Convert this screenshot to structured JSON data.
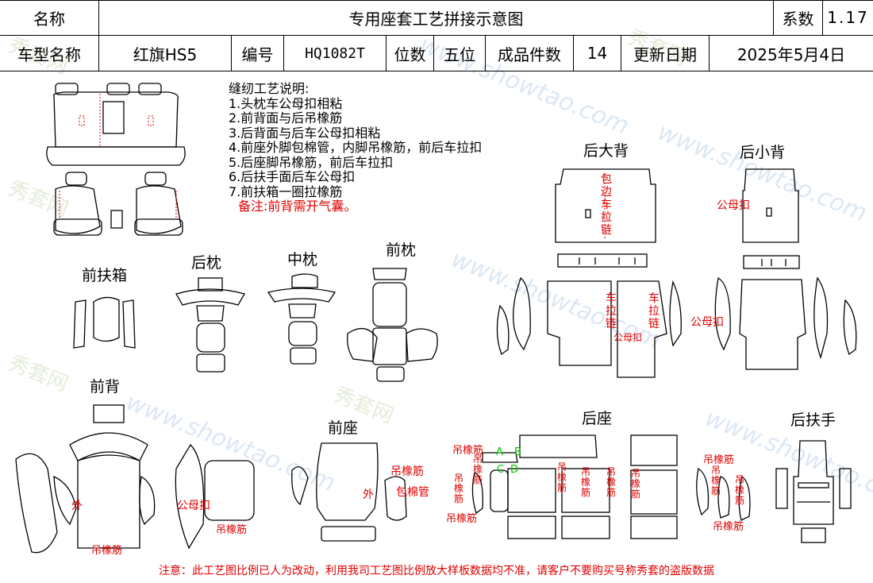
{
  "header": {
    "name_label": "名称",
    "title": "专用座套工艺拼接示意图",
    "coef_label": "系数",
    "coef_value": "1.17",
    "model_label": "车型名称",
    "model_value": "红旗HS5",
    "code_label": "编号",
    "code_value": "HQ1082T",
    "seats_label": "位数",
    "seats_value": "五位",
    "count_label": "成品件数",
    "count_value": "14",
    "date_label": "更新日期",
    "date_value": "2025年5月4日"
  },
  "notes": {
    "title": "缝纫工艺说明:",
    "items": [
      "1.头枕车公母扣相粘",
      "2.前背面与后吊橡筋",
      "3.后背面与后车公母扣相粘",
      "4.前座外脚包棉管，内脚吊橡筋，前后车拉扣",
      "5.后座脚吊橡筋，前后车拉扣",
      "6.后扶手面后车公母扣",
      "7.前扶箱一圈拉橡筋"
    ],
    "remark": "备注:前背需开气囊。"
  },
  "sections": {
    "front_armbox": "前扶箱",
    "rear_headrest": "后枕",
    "mid_headrest": "中枕",
    "front_headrest": "前枕",
    "rear_big_back": "后大背",
    "rear_small_back": "后小背",
    "front_back": "前背",
    "front_seat": "前座",
    "rear_seat": "后座",
    "rear_armrest": "后扶手"
  },
  "annotations": {
    "edge_zipper": "包边车拉链",
    "snap": "公母扣",
    "zipper": "车拉链",
    "snap_small": "公母扣",
    "outer": "外",
    "elastic": "吊橡筋",
    "cotton_tube": "包棉管",
    "green_a": "A",
    "green_b": "B",
    "green_c": "C",
    "green_d": "D"
  },
  "watermarks": {
    "site": "www.showtao.com",
    "brand": "秀套网"
  },
  "footer": "注意：此工艺图比例已人为改动，利用我司工艺图比例放大样板数据均不准，请客户不要购买号称秀套的盗版数据"
}
